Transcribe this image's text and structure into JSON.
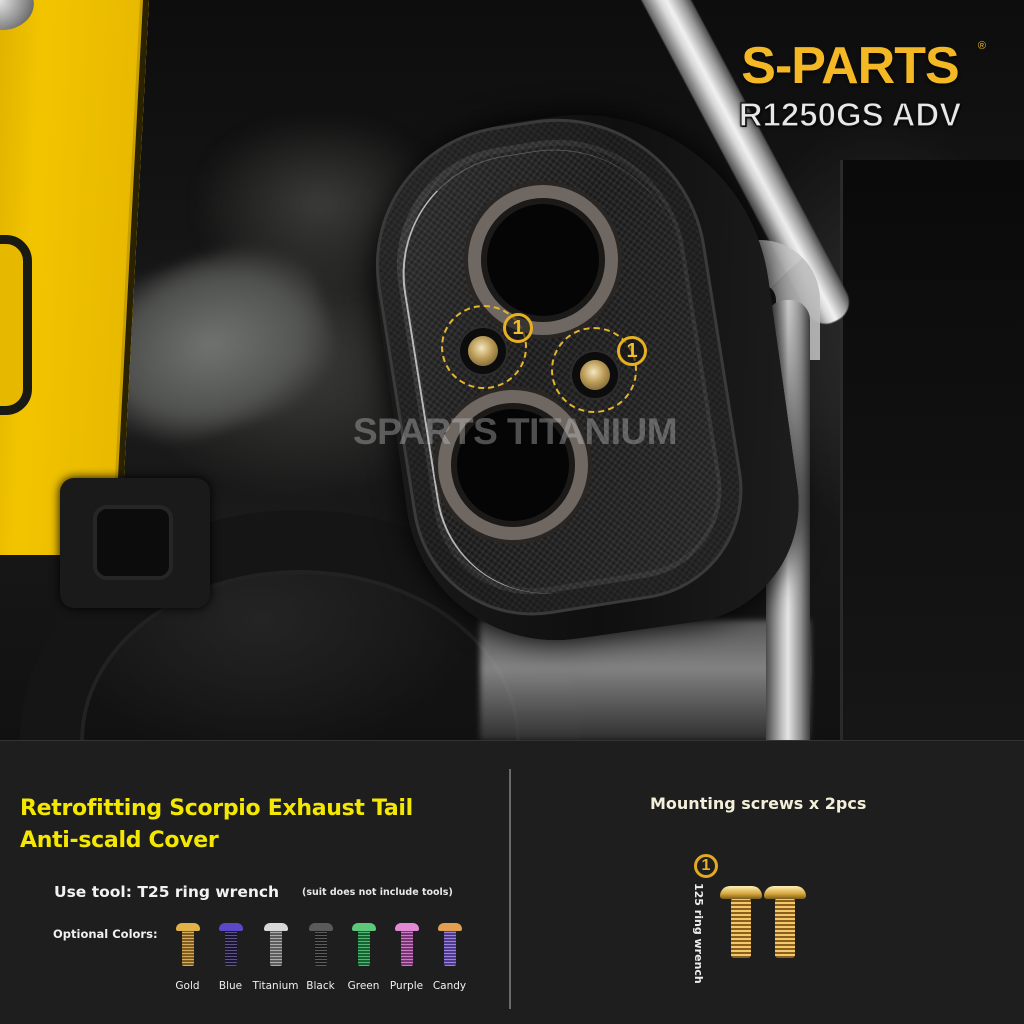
{
  "photo": {
    "watermark": "SPARTS TITANIUM",
    "callouts": [
      "1",
      "1"
    ],
    "colors": {
      "callout": "#e6b020",
      "yellow_panel": "#f2c400"
    }
  },
  "brand": {
    "logo": "S-PARTS",
    "registered": "®",
    "model": "R1250GS ADV",
    "colors": {
      "logo": "#f3b824",
      "model": "#e8e8e8"
    }
  },
  "info": {
    "title_line1": "Retrofitting Scorpio Exhaust Tail",
    "title_line2": "Anti-scald Cover",
    "tool": "Use tool: T25 ring wrench",
    "tool_note": "(suit does not include tools)",
    "optional_colors_label": "Optional Colors:",
    "colors": [
      {
        "name": "Gold",
        "head": "#e2b24a",
        "shank": "#c68f2c"
      },
      {
        "name": "Blue",
        "head": "#5a48c8",
        "shank": "#2a1f55"
      },
      {
        "name": "Titanium",
        "head": "#d8d8d8",
        "shank": "#8f8f8f"
      },
      {
        "name": "Black",
        "head": "#5a5a5a",
        "shank": "#262626"
      },
      {
        "name": "Green",
        "head": "#5dc87a",
        "shank": "#1f9a48"
      },
      {
        "name": "Purple",
        "head": "#e08ad6",
        "shank": "#b852b2"
      },
      {
        "name": "Candy",
        "head": "#e0a050",
        "shank": "#7a5ad6"
      }
    ],
    "title_color": "#f5e800"
  },
  "mounting": {
    "title": "Mounting screws x 2pcs",
    "callout": "1",
    "tool_vertical": "125 ring wrench",
    "quantity": 2
  }
}
